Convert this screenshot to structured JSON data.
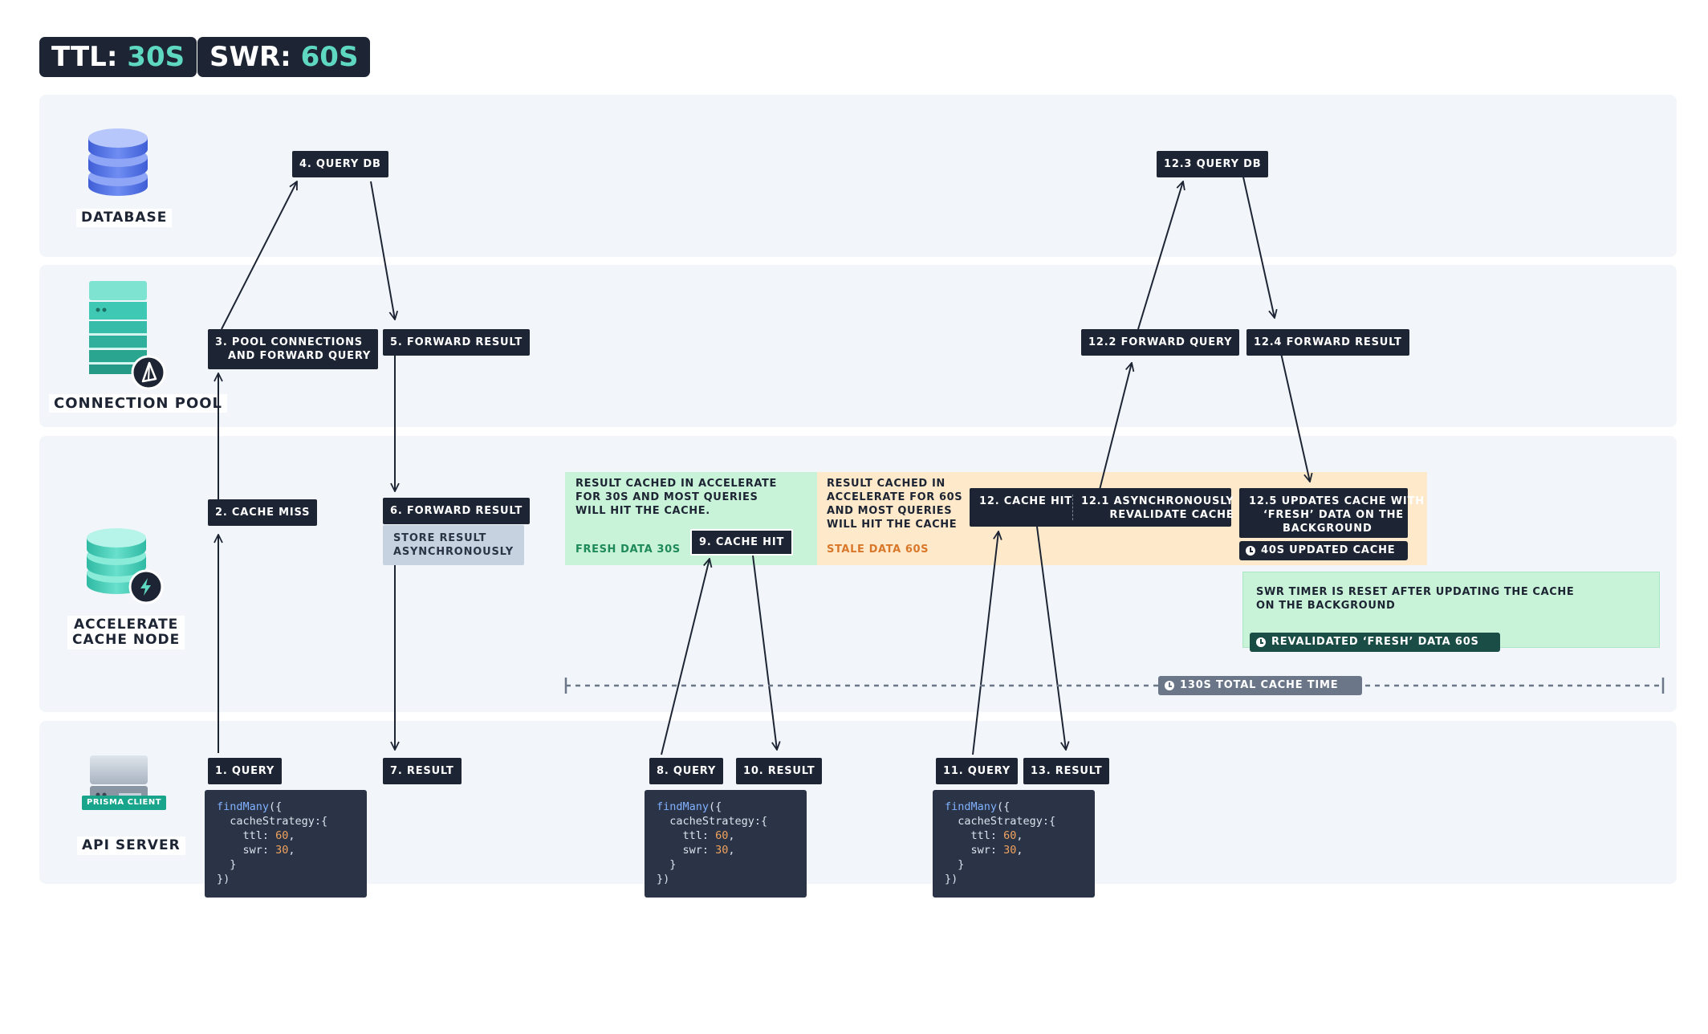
{
  "header": {
    "ttl_label": "TTL:",
    "ttl_value": "30S",
    "swr_label": "SWR:",
    "swr_value": "60S"
  },
  "lanes": {
    "database": "DATABASE",
    "connection_pool": "CONNECTION POOL",
    "cache_node_line1": "ACCELERATE",
    "cache_node_line2": "CACHE NODE",
    "api_server": "API SERVER",
    "prisma_client_badge": "PRISMA CLIENT"
  },
  "steps": {
    "s1": "1. QUERY",
    "s2": "2. CACHE MISS",
    "s3_line1": "3. POOL CONNECTIONS",
    "s3_line2": "AND FORWARD QUERY",
    "s4": "4. QUERY DB",
    "s5": "5. FORWARD RESULT",
    "s6": "6. FORWARD RESULT",
    "s6_note_line1": "STORE RESULT",
    "s6_note_line2": "ASYNCHRONOUSLY",
    "s7": "7. RESULT",
    "s8": "8. QUERY",
    "s9": "9. CACHE HIT",
    "s10": "10. RESULT",
    "s11": "11. QUERY",
    "s12": "12. CACHE HIT",
    "s12_1_line1": "12.1 ASYNCHRONOUSLY",
    "s12_1_line2": "REVALIDATE CACHE",
    "s12_2": "12.2 FORWARD QUERY",
    "s12_3": "12.3 QUERY DB",
    "s12_4": "12.4 FORWARD RESULT",
    "s12_5_line1": "12.5 UPDATES CACHE WITH",
    "s12_5_line2": "‘FRESH’ DATA ON THE",
    "s12_5_line3": "BACKGROUND",
    "s13": "13. RESULT"
  },
  "notes": {
    "fresh_line1": "RESULT CACHED IN ACCELERATE",
    "fresh_line2": "FOR 30S AND MOST QUERIES",
    "fresh_line3": "WILL HIT THE CACHE.",
    "fresh_tag": "FRESH DATA  30S",
    "stale_line1": "RESULT CACHED IN",
    "stale_line2": "ACCELERATE FOR 60S",
    "stale_line3": "AND MOST QUERIES",
    "stale_line4": "WILL HIT THE CACHE",
    "stale_tag": "STALE DATA  60S",
    "updated_cache": "40S  UPDATED CACHE",
    "swr_reset_line1": "SWR TIMER  IS RESET AFTER UPDATING THE CACHE",
    "swr_reset_line2": "ON THE BACKGROUND",
    "revalidated": "REVALIDATED ‘FRESH’ DATA  60S",
    "total_cache": "130S  TOTAL CACHE TIME"
  },
  "code": {
    "fn": "findMany",
    "open": "({",
    "strategy": "cacheStrategy:{",
    "ttl_key": "ttl: ",
    "ttl_val": "60",
    "swr_key": "swr: ",
    "swr_val": "30",
    "comma": ",",
    "close_inner": "}",
    "close": "})"
  },
  "colors": {
    "dark": "#1d2433",
    "accent_teal": "#5fd8c2",
    "lane_bg": "#f2f6fa",
    "fresh_bg": "#c9f3d8",
    "fresh_text": "#1e8a5a",
    "stale_bg": "#feeacb",
    "stale_text": "#d9772a",
    "revalidated_bg": "#1a4d45",
    "timeline": "#6b7789"
  },
  "icons": {
    "database": "database-cylinder-icon",
    "connection_pool": "server-stack-icon",
    "prisma": "prisma-triangle-icon",
    "cache_node": "database-cylinder-icon",
    "lightning": "lightning-icon",
    "api_server": "server-icon",
    "clock": "clock-icon"
  }
}
